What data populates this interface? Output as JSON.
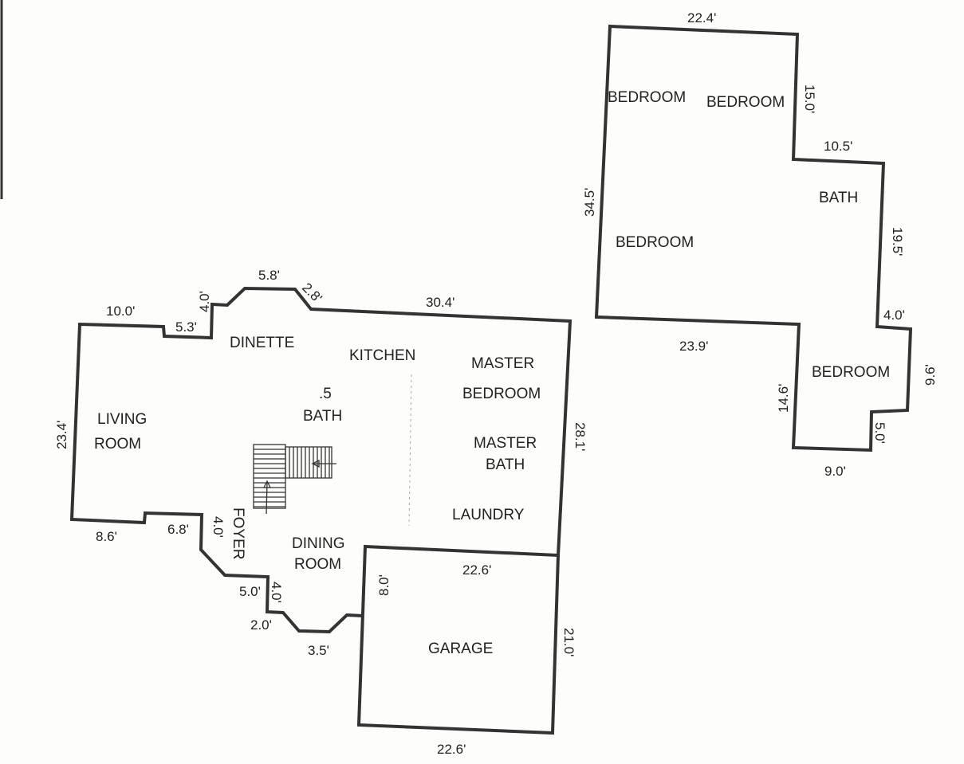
{
  "first_floor": {
    "rooms": {
      "dinette": "DINETTE",
      "kitchen": "KITCHEN",
      "master_bedroom_1": "MASTER",
      "master_bedroom_2": "BEDROOM",
      "half_bath_1": ".5",
      "half_bath_2": "BATH",
      "living_room_1": "LIVING",
      "living_room_2": "ROOM",
      "master_bath_1": "MASTER",
      "master_bath_2": "BATH",
      "laundry": "LAUNDRY",
      "foyer": "FOYER",
      "dining_room_1": "DINING",
      "dining_room_2": "ROOM",
      "garage": "GARAGE"
    },
    "dimensions": {
      "top_left": "10.0'",
      "step_53": "5.3'",
      "step_40_top": "4.0'",
      "bay_58": "5.8'",
      "bay_28": "2.8'",
      "top_right": "30.4'",
      "left_side": "23.4'",
      "right_side": "28.1'",
      "bottom_left": "8.6'",
      "step_68": "6.8'",
      "foyer_40": "4.0'",
      "step_50": "5.0'",
      "step_40_low": "4.0'",
      "step_20": "2.0'",
      "bay_35": "3.5'",
      "garage_80": "8.0'",
      "garage_top": "22.6'",
      "garage_right": "21.0'",
      "garage_bottom": "22.6'"
    }
  },
  "second_floor": {
    "rooms": {
      "bedroom_a": "BEDROOM",
      "bedroom_b": "BEDROOM",
      "bath": "BATH",
      "bedroom_c": "BEDROOM",
      "bedroom_d": "BEDROOM"
    },
    "dimensions": {
      "top": "22.4'",
      "right_upper": "15.0'",
      "step_105": "10.5'",
      "left": "34.5'",
      "right_mid": "19.5'",
      "step_40": "4.0'",
      "bottom": "23.9'",
      "right_low": "9.6'",
      "inner_146": "14.6'",
      "step_50": "5.0'",
      "bottom_90": "9.0'"
    }
  }
}
